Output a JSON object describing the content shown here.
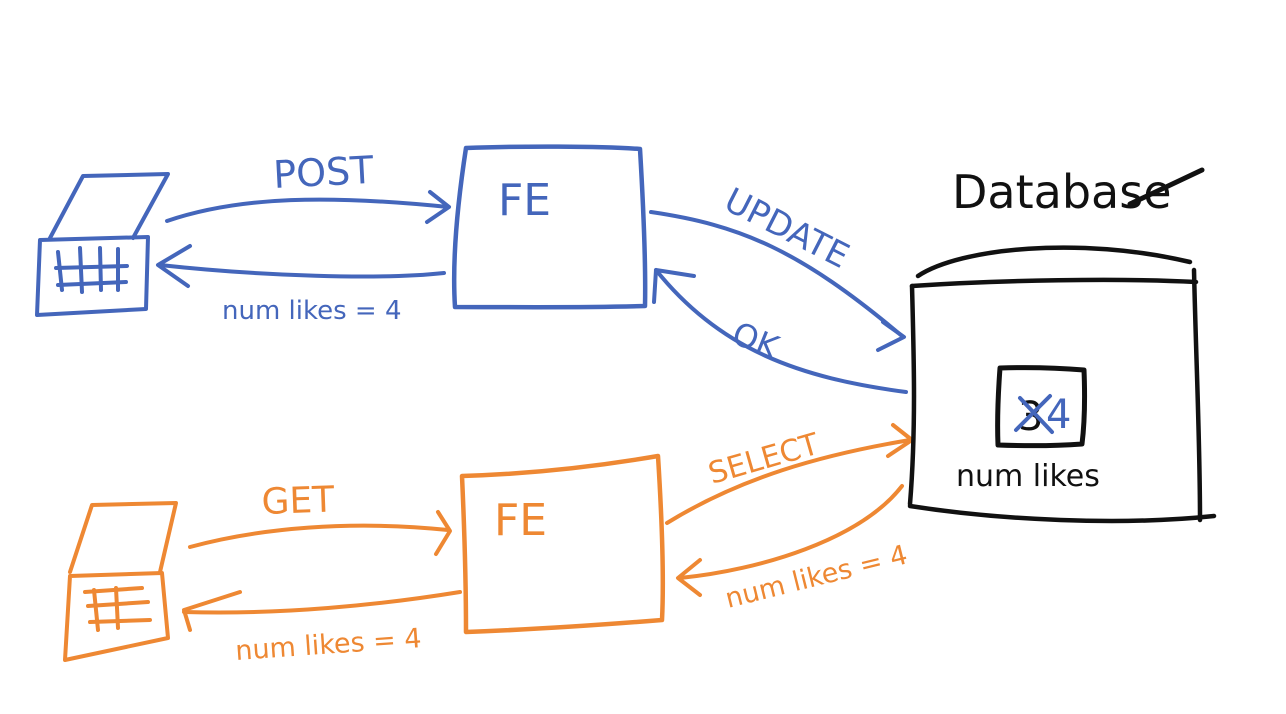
{
  "colors": {
    "write_flow": "#4466bb",
    "read_flow": "#ee8833",
    "database": "#111111",
    "background": "#ffffff"
  },
  "database": {
    "title": "Database",
    "field_label": "num likes",
    "old_value": "3",
    "new_value": "4"
  },
  "write_flow": {
    "server_label": "FE",
    "request_label": "POST",
    "response_label": "num likes = 4",
    "db_request_label": "UPDATE",
    "db_response_label": "OK"
  },
  "read_flow": {
    "server_label": "FE",
    "request_label": "GET",
    "response_label": "num likes = 4",
    "db_request_label": "SELECT",
    "db_response_label": "num likes = 4"
  }
}
